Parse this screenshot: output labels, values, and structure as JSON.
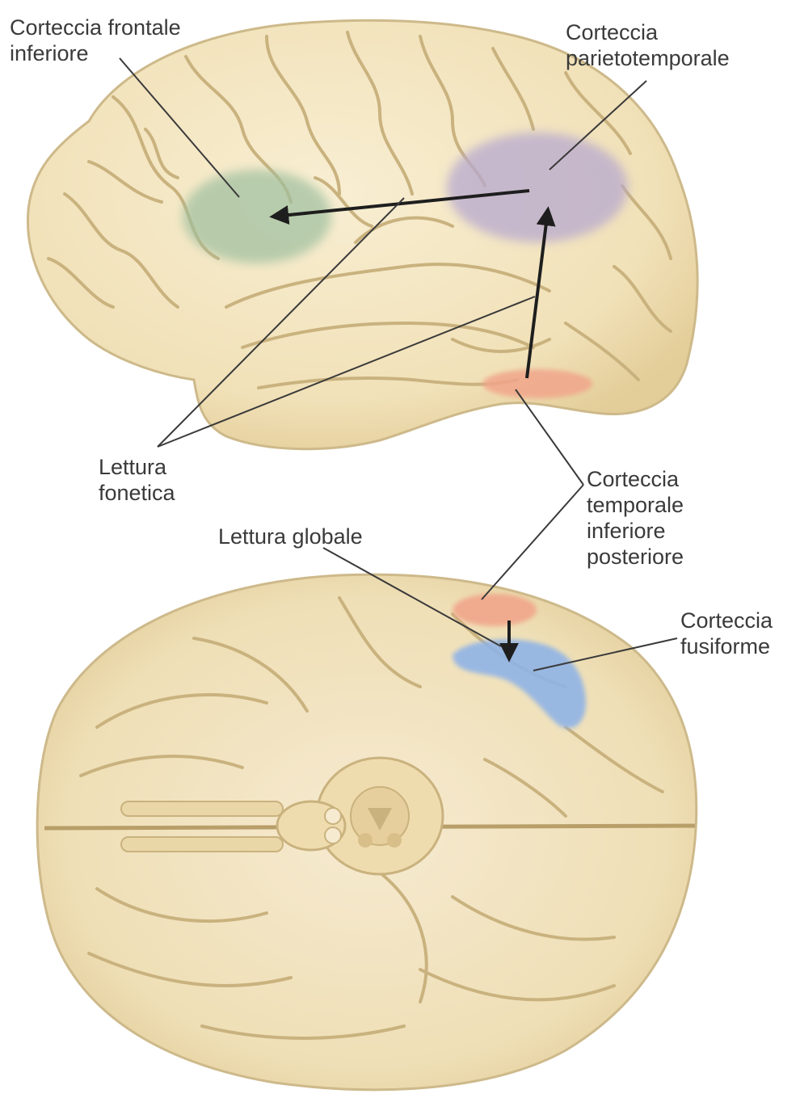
{
  "labels": {
    "inferior_frontal": [
      "Corteccia frontale",
      "inferiore"
    ],
    "parietotemporal": [
      "Corteccia",
      "parietotemporale"
    ],
    "phonetic_reading": [
      "Lettura",
      "fonetica"
    ],
    "posterior_inferior_temporal": [
      "Corteccia",
      "temporale",
      "inferiore",
      "posteriore"
    ],
    "global_reading": [
      "Lettura globale"
    ],
    "fusiform": [
      "Corteccia",
      "fusiforme"
    ]
  },
  "colors": {
    "brain_fill": "#f3e6c2",
    "brain_outline": "#cdb98a",
    "sulcus": "#c9b27e",
    "inferior_frontal_region": "#9dbf9f",
    "parietotemporal_region": "#b7a9cf",
    "posterior_inferior_temporal_region": "#f1a58a",
    "fusiform_region": "#8fb3e6",
    "arrow": "#1e1e1e",
    "leader_line": "#3a3a3a"
  }
}
